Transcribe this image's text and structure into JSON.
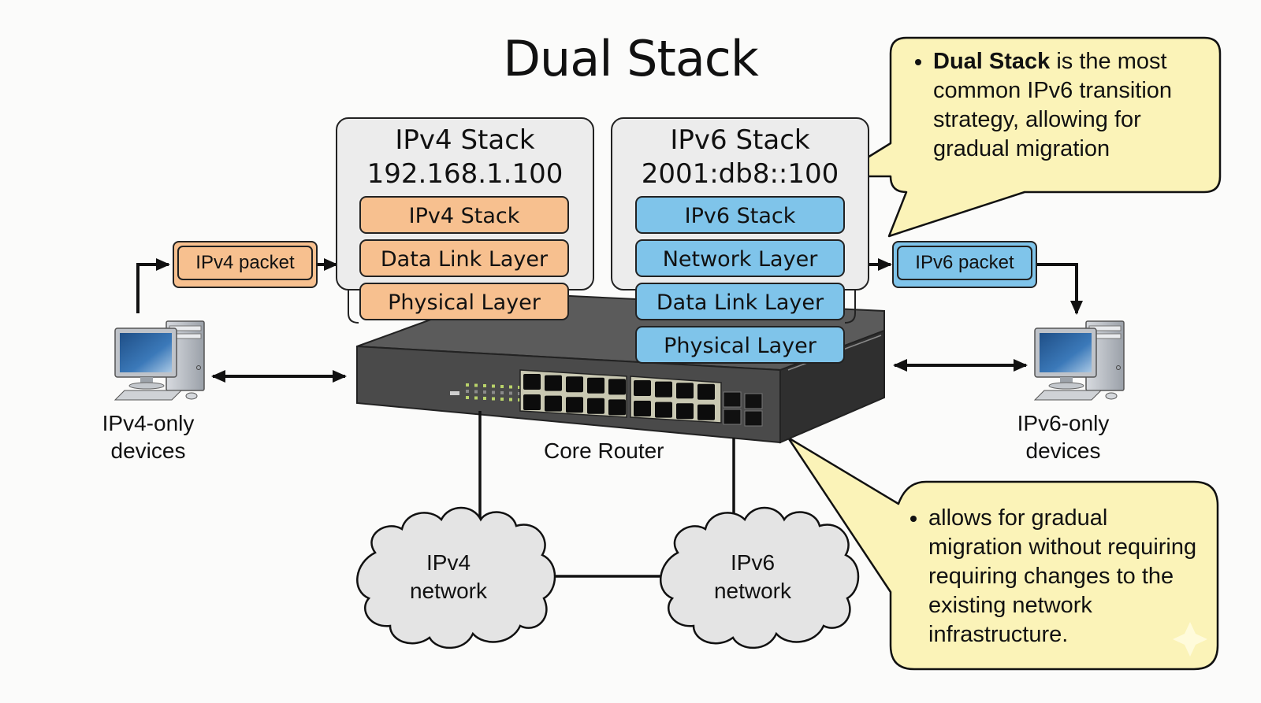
{
  "title": "Dual Stack",
  "ipv4_panel": {
    "name": "IPv4 Stack",
    "address": "192.168.1.100",
    "layers": [
      "IPv4 Stack",
      "Data Link Layer",
      "Physical Layer"
    ],
    "color": "#f7c08f"
  },
  "ipv6_panel": {
    "name": "IPv6 Stack",
    "address": "2001:db8::100",
    "layers": [
      "IPv6 Stack",
      "Network Layer",
      "Data Link Layer",
      "Physical Layer"
    ],
    "color": "#7fc4ea"
  },
  "packets": {
    "ipv4": "IPv4 packet",
    "ipv6": "IPv6 packet"
  },
  "devices": {
    "left": {
      "line1": "IPv4-only",
      "line2": "devices"
    },
    "right": {
      "line1": "IPv6-only",
      "line2": "devices"
    }
  },
  "router": {
    "label": "Core Router"
  },
  "networks": {
    "ipv4": {
      "line1": "IPv4",
      "line2": "network"
    },
    "ipv6": {
      "line1": "IPv6",
      "line2": "network"
    }
  },
  "callouts": {
    "top": {
      "bold": "Dual Stack",
      "text": " is the most common IPv6 transition strategy, allowing for gradual migration"
    },
    "bottom": {
      "text": "allows for gradual migration without requiring requiring changes to the existing network infrastructure."
    },
    "fill_color": "#fbf3b8"
  }
}
